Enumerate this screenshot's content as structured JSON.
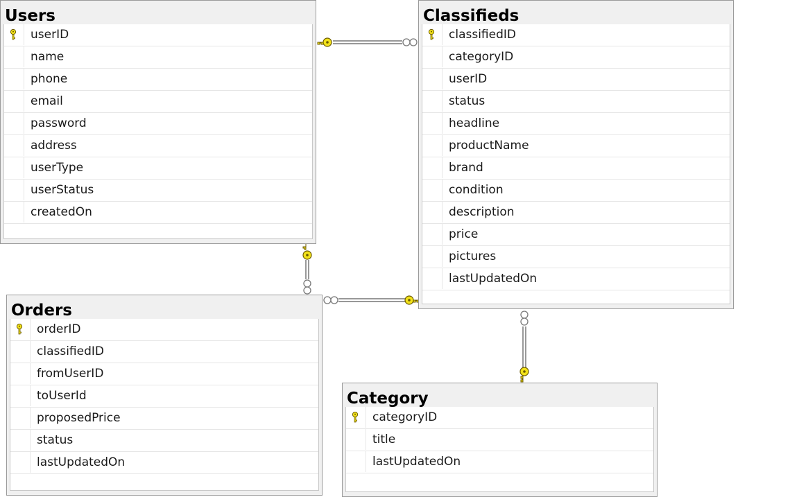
{
  "tables": {
    "users": {
      "title": "Users",
      "columns": [
        "userID",
        "name",
        "phone",
        "email",
        "password",
        "address",
        "userType",
        "userStatus",
        "createdOn"
      ],
      "primary_key": "userID"
    },
    "classifieds": {
      "title": "Classifieds",
      "columns": [
        "classifiedID",
        "categoryID",
        "userID",
        "status",
        "headline",
        "productName",
        "brand",
        "condition",
        "description",
        "price",
        "pictures",
        "lastUpdatedOn"
      ],
      "primary_key": "classifiedID"
    },
    "orders": {
      "title": "Orders",
      "columns": [
        "orderID",
        "classifiedID",
        "fromUserID",
        "toUserId",
        "proposedPrice",
        "status",
        "lastUpdatedOn"
      ],
      "primary_key": "orderID"
    },
    "category": {
      "title": "Category",
      "columns": [
        "categoryID",
        "title",
        "lastUpdatedOn"
      ],
      "primary_key": "categoryID"
    }
  },
  "relationships": [
    {
      "one": "users",
      "many": "classifieds"
    },
    {
      "one": "users",
      "many": "orders"
    },
    {
      "one": "classifieds",
      "many": "orders"
    },
    {
      "one": "category",
      "many": "classifieds"
    }
  ],
  "colors": {
    "key_fill": "#f2e21a",
    "key_stroke": "#6b5a00",
    "line": "#777777",
    "title_bg": "#f0f0f0"
  },
  "icons": {
    "primary_key": "key-icon",
    "relationship_one": "key-endpoint-icon",
    "relationship_many": "infinity-endpoint-icon"
  }
}
